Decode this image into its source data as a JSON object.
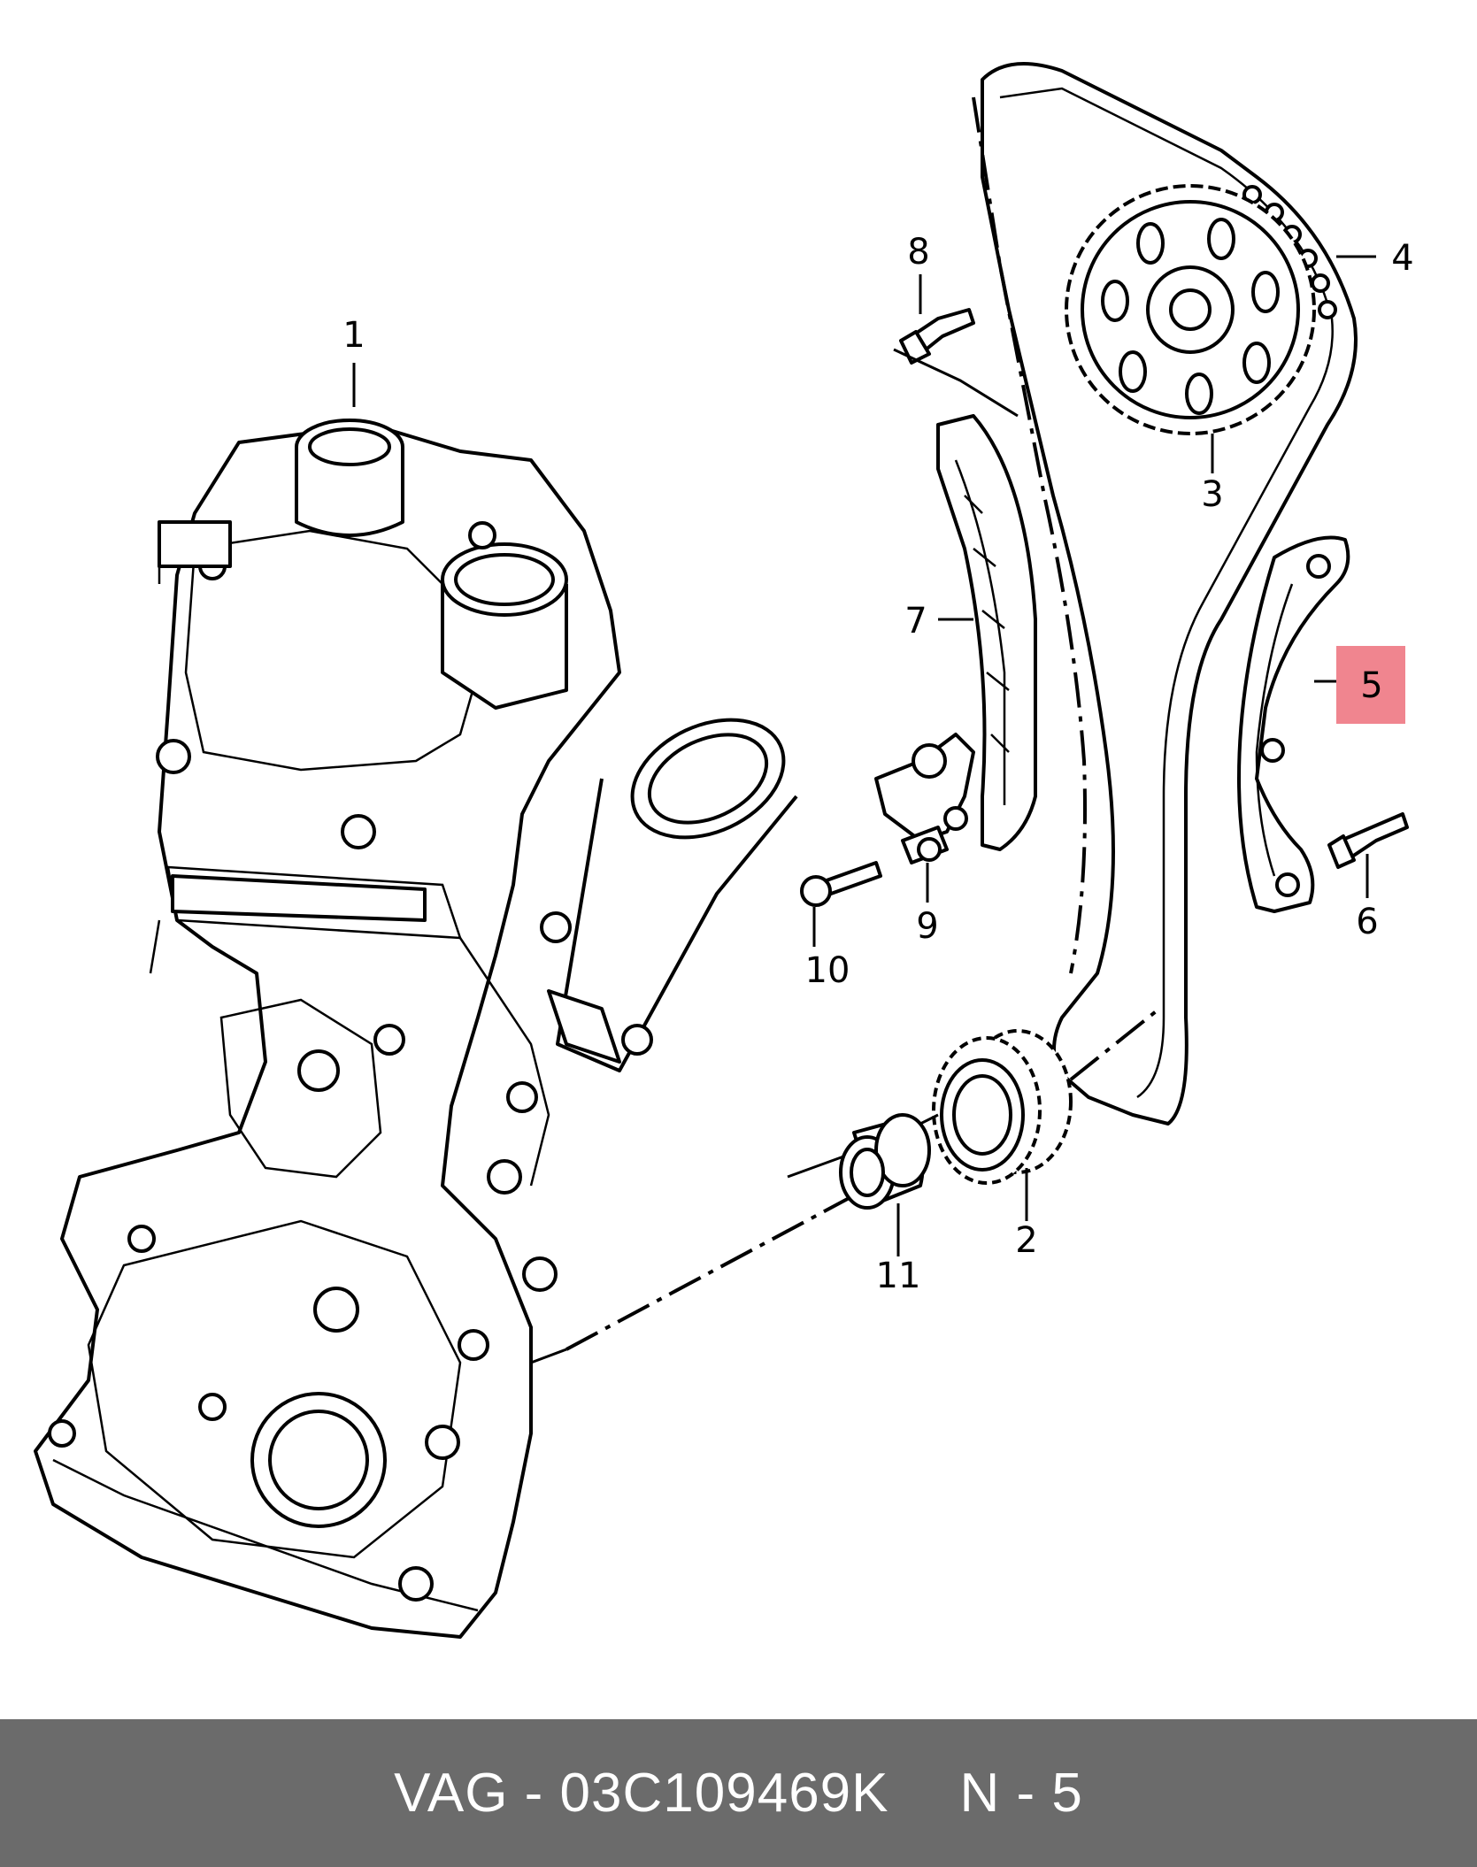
{
  "callouts": [
    {
      "id": "1",
      "label": "1"
    },
    {
      "id": "2",
      "label": "2"
    },
    {
      "id": "3",
      "label": "3"
    },
    {
      "id": "4",
      "label": "4"
    },
    {
      "id": "5",
      "label": "5"
    },
    {
      "id": "6",
      "label": "6"
    },
    {
      "id": "7",
      "label": "7"
    },
    {
      "id": "8",
      "label": "8"
    },
    {
      "id": "9",
      "label": "9"
    },
    {
      "id": "10",
      "label": "10"
    },
    {
      "id": "11",
      "label": "11"
    }
  ],
  "highlight": {
    "part": "5",
    "color": "#f0858f"
  },
  "footer": {
    "part_number": "VAG - 03C109469K",
    "position": "N - 5",
    "background": "#6b6b6b"
  }
}
